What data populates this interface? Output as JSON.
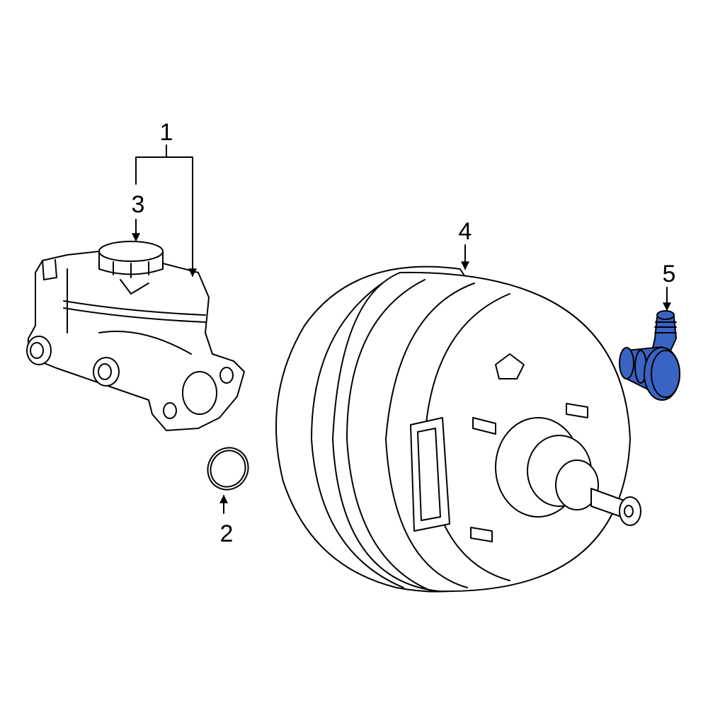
{
  "diagram": {
    "callouts": [
      {
        "number": "1",
        "part": "master-cylinder"
      },
      {
        "number": "2",
        "part": "o-ring"
      },
      {
        "number": "3",
        "part": "reservoir-cap"
      },
      {
        "number": "4",
        "part": "brake-booster"
      },
      {
        "number": "5",
        "part": "check-valve"
      }
    ],
    "highlight_color": "#3a64c4"
  }
}
